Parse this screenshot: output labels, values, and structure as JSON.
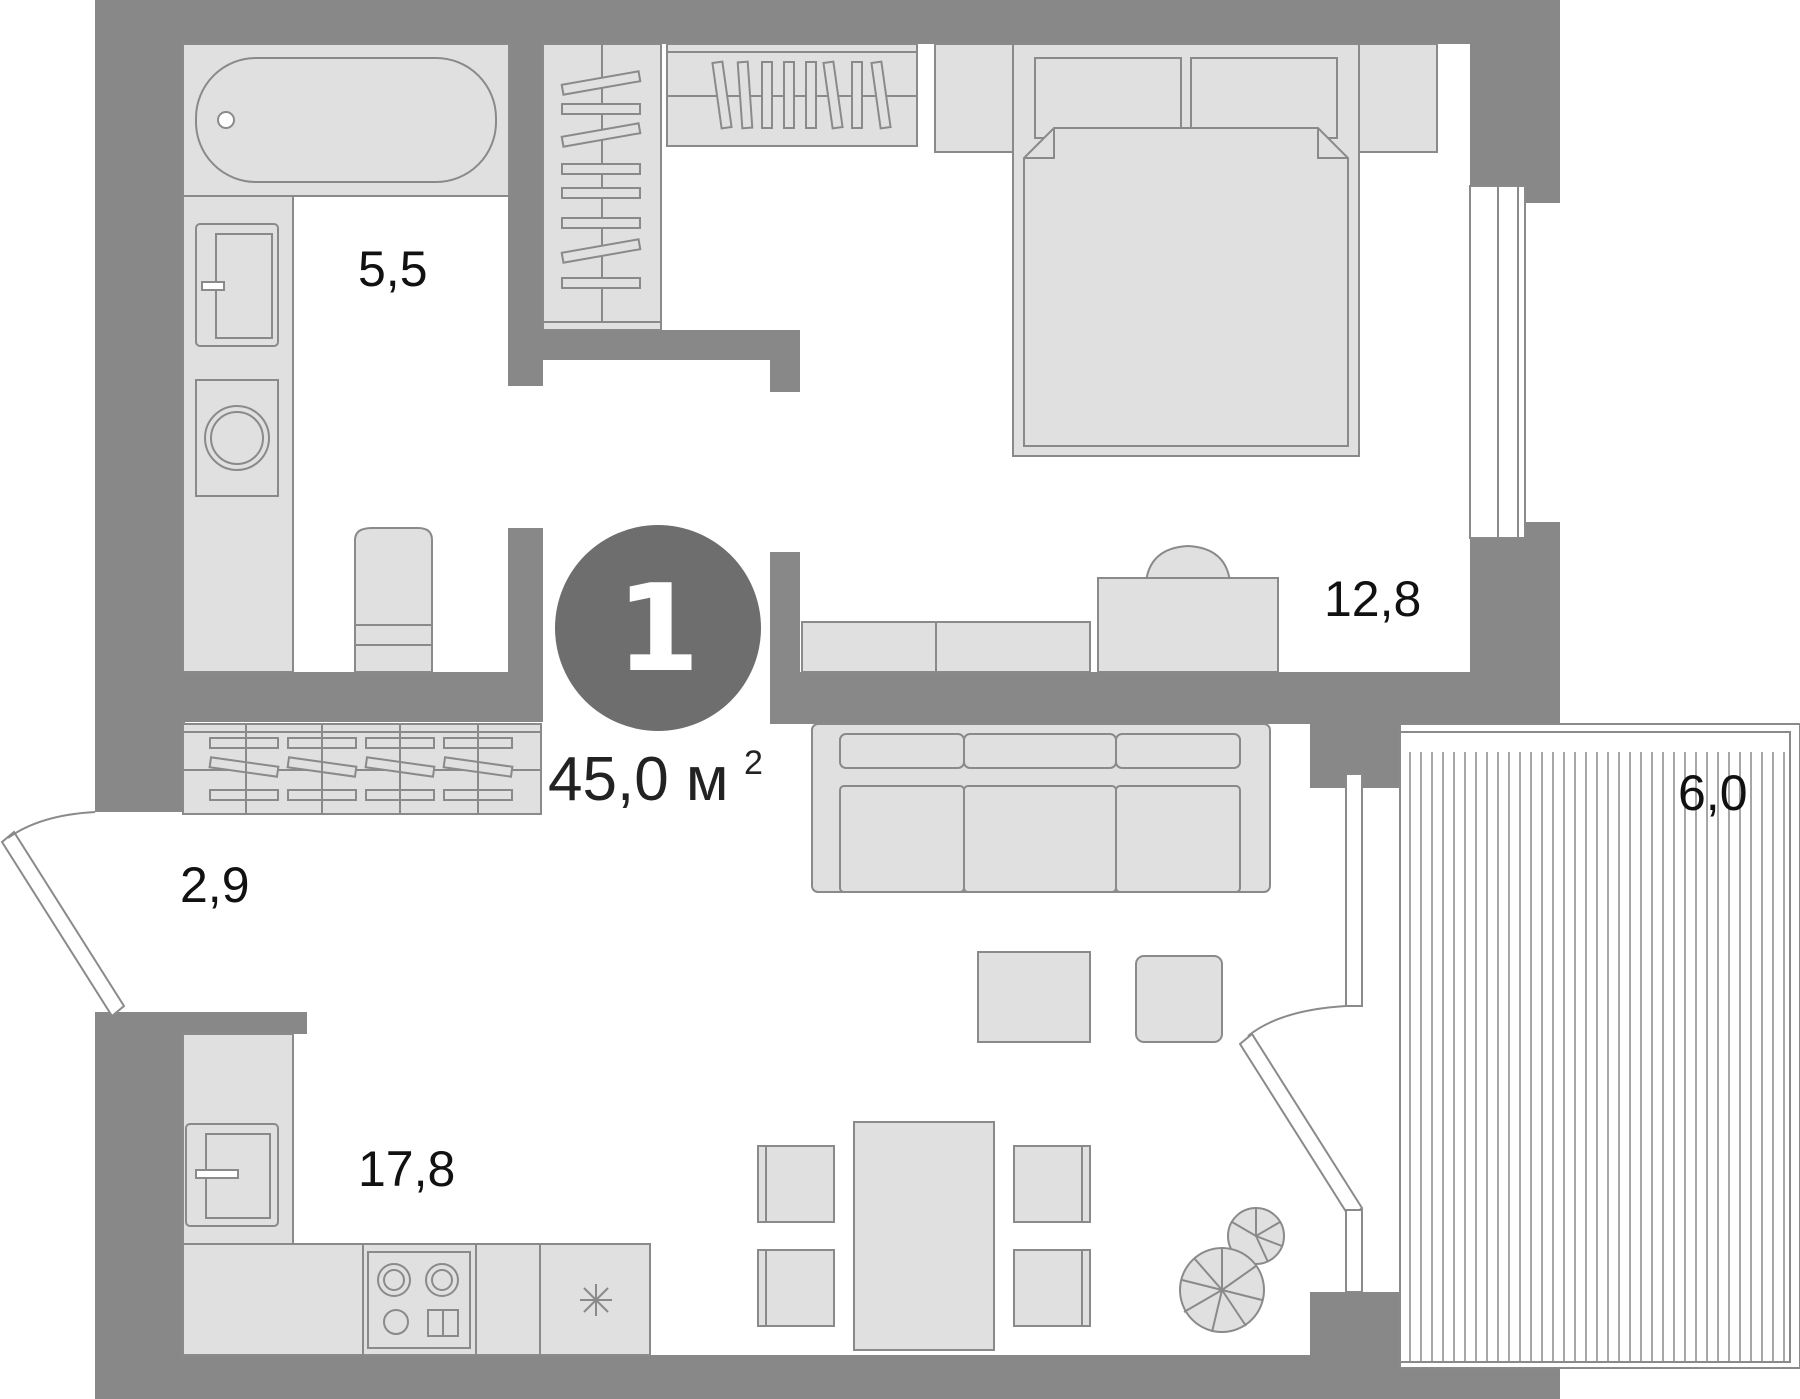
{
  "plan": {
    "room_count": "1",
    "total_area": "45,0 м",
    "total_area_sup": "2",
    "rooms": [
      {
        "id": "bathroom",
        "area": "5,5"
      },
      {
        "id": "bedroom",
        "area": "12,8"
      },
      {
        "id": "hallway",
        "area": "2,9"
      },
      {
        "id": "living-kitchen",
        "area": "17,8"
      },
      {
        "id": "balcony",
        "area": "6,0"
      }
    ]
  },
  "colors": {
    "wall": "#888888",
    "furniture_fill": "#e0e0e0",
    "furniture_stroke": "#8a8a8a",
    "badge": "#6e6e6e"
  }
}
